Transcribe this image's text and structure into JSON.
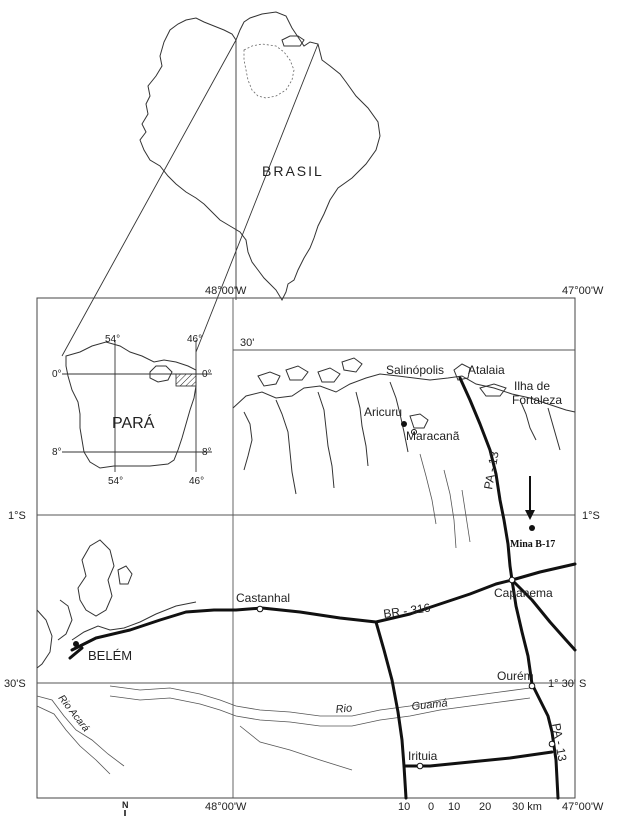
{
  "country_label": "BRASIL",
  "state_label": "PARÁ",
  "inset": {
    "lon_left": "54°",
    "lon_right": "46°",
    "lat_top_left": "0°",
    "lat_top_right": "0°",
    "lat_bottom_left": "8°",
    "lat_bottom_right": "8°",
    "lon_bottom_left": "54°",
    "lon_bottom_right": "46°"
  },
  "coordinates": {
    "top_48": "48°00'W",
    "top_47": "47°00'W",
    "lat_30_top": "30'",
    "lat_1s_left": "1°S",
    "lat_1s_right": "1°S",
    "lat_30s_left": "30'S",
    "lat_130s_right": "1° 30' S",
    "bottom_48": "48°00'W",
    "bottom_47": "47°00'W"
  },
  "places": {
    "salinopolis": "Salinópolis",
    "atalaia": "Atalaia",
    "ilha_line1": "Ilha de",
    "ilha_line2": "Fortaleza",
    "aricuru": "Aricuru",
    "maracana": "Maracanã",
    "mina": "Mina B-17",
    "castanhal": "Castanhal",
    "capanema": "Capanema",
    "belem": "BELÉM",
    "ourem": "Ourém",
    "irituia": "Irituia"
  },
  "roads": {
    "br316": "BR - 316",
    "pa13_north": "PA - 13",
    "pa13_south": "PA - 13"
  },
  "rivers": {
    "acara": "Rio Acará",
    "rio": "Rio",
    "guama": "Guamá"
  },
  "scale": {
    "ticks": [
      "10",
      "0",
      "10",
      "20",
      "30 km"
    ]
  },
  "north_label": "N"
}
